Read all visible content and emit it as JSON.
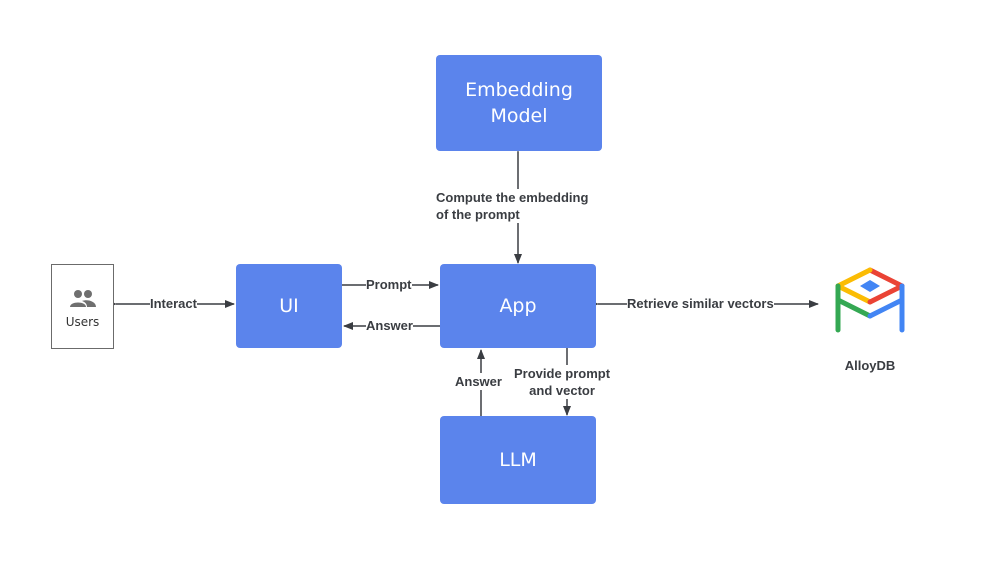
{
  "nodes": {
    "embedding": {
      "line1": "Embedding",
      "line2": "Model"
    },
    "ui": "UI",
    "app": "App",
    "llm": "LLM",
    "users": "Users",
    "alloydb": "AlloyDB"
  },
  "edges": {
    "interact": "Interact",
    "prompt": "Prompt",
    "answer_ui": "Answer",
    "compute_line1": "Compute the embedding",
    "compute_line2": "of the prompt",
    "retrieve": "Retrieve similar vectors",
    "answer_llm": "Answer",
    "provide_line1": "Provide prompt",
    "provide_line2": "and vector"
  },
  "colors": {
    "box": "#5b84ec",
    "arrow": "#3a3d42",
    "logo_red": "#ea4335",
    "logo_yellow": "#fbbc04",
    "logo_green": "#34a853",
    "logo_blue": "#4285f4"
  }
}
